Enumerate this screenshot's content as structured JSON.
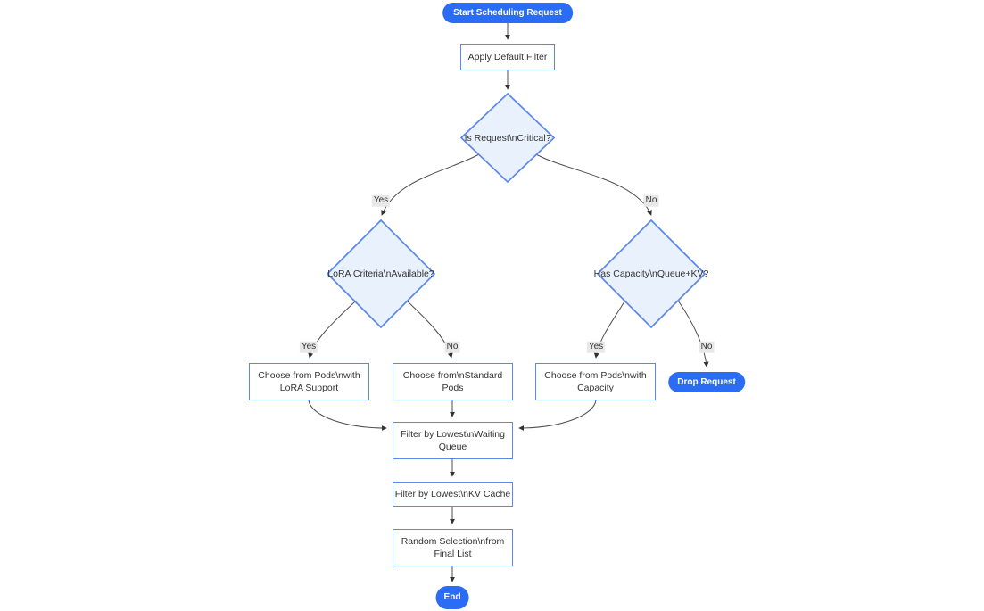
{
  "colors": {
    "accent_blue": "#2a6cf4",
    "node_border_blue": "#5b87ea",
    "diamond_fill": "#e9f1fc",
    "edge_line": "#4d4d4d",
    "edge_label_background": "#e8e8e8",
    "text": "#333333"
  },
  "nodes": {
    "start": {
      "label": "Start Scheduling Request"
    },
    "apply_default_filter": {
      "label": "Apply Default Filter"
    },
    "is_request_critical": {
      "label": "Is Request\\nCritical?"
    },
    "lora_criteria_available": {
      "label": "LoRA Criteria\\nAvailable?"
    },
    "has_capacity_queue_kv": {
      "label": "Has Capacity\\nQueue+KV?"
    },
    "choose_pods_lora": {
      "label": "Choose from Pods\\nwith LoRA Support"
    },
    "choose_standard_pods": {
      "label": "Choose from\\nStandard Pods"
    },
    "choose_pods_capacity": {
      "label": "Choose from Pods\\nwith Capacity"
    },
    "drop_request": {
      "label": "Drop Request"
    },
    "filter_lowest_waiting_queue": {
      "label": "Filter by Lowest\\nWaiting Queue"
    },
    "filter_lowest_kv_cache": {
      "label": "Filter by Lowest\\nKV Cache"
    },
    "random_selection_final_list": {
      "label": "Random Selection\\nfrom Final List"
    },
    "end": {
      "label": "End"
    }
  },
  "edge_labels": {
    "critical_yes": "Yes",
    "critical_no": "No",
    "lora_yes": "Yes",
    "lora_no": "No",
    "capacity_yes": "Yes",
    "capacity_no": "No"
  }
}
